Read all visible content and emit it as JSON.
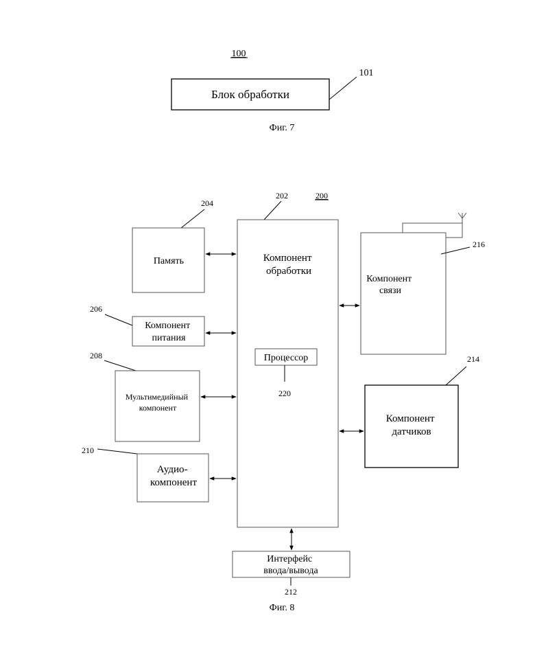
{
  "fig7": {
    "ref_100": "100",
    "ref_101": "101",
    "processing_block_label": "Блок обработки",
    "caption": "Фиг. 7"
  },
  "fig8": {
    "ref_200": "200",
    "ref_202": "202",
    "ref_204": "204",
    "ref_206": "206",
    "ref_208": "208",
    "ref_210": "210",
    "ref_212": "212",
    "ref_214": "214",
    "ref_216": "216",
    "ref_220": "220",
    "processing_component": [
      "Компонент",
      "обработки"
    ],
    "processor": "Процессор",
    "memory": "Память",
    "power_component": [
      "Компонент",
      "питания"
    ],
    "multimedia_component": [
      "Мультимедийный",
      "компонент"
    ],
    "audio_component": [
      "Аудио-",
      "компонент"
    ],
    "io_interface": [
      "Интерфейс",
      "ввода/вывода"
    ],
    "sensor_component": [
      "Компонент",
      "датчиков"
    ],
    "communication_component": [
      "Компонент",
      "связи"
    ],
    "caption": "Фиг. 8"
  }
}
